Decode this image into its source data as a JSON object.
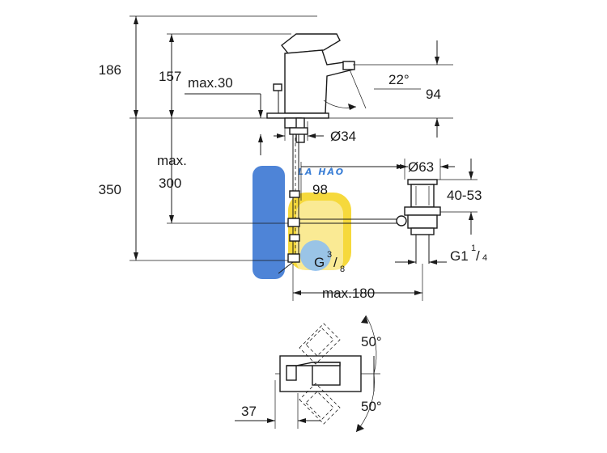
{
  "watermark": {
    "text": "LA HÀO",
    "colors": {
      "blue": "#2f6fd0",
      "yellow": "#f4d21a",
      "light_blue": "#8fc0ee"
    }
  },
  "front_view": {
    "dims": {
      "d186": "186",
      "d157": "157",
      "max30": "max.30",
      "angle22": "22°",
      "d94": "94",
      "d34": "Ø34",
      "max_label": "max.",
      "d300": "300",
      "d350": "350",
      "d98": "98",
      "d63": "Ø63",
      "d40_53": "40-53",
      "g1": "G1",
      "g1_num": "1",
      "g1_den": "4",
      "g3": "G",
      "g3_num": "3",
      "g3_den": "8",
      "max180": "max.180"
    }
  },
  "top_view": {
    "dims": {
      "angle_top": "50°",
      "angle_bottom": "50°",
      "d37": "37"
    }
  }
}
